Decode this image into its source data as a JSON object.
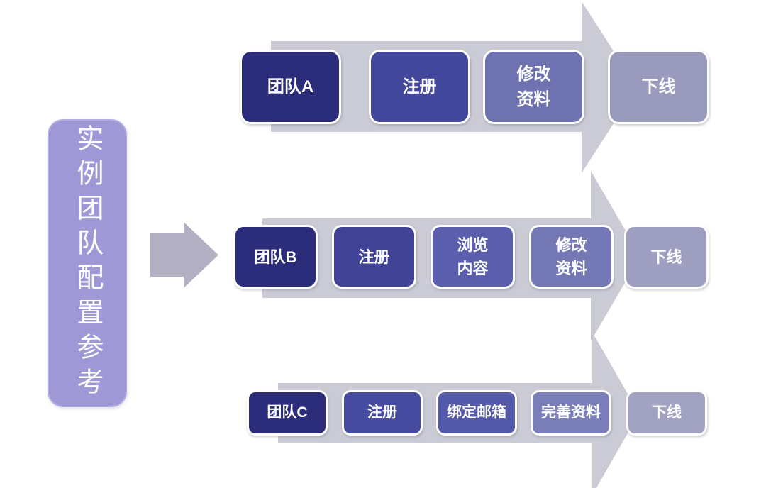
{
  "title": {
    "text": "实例团队配置参考"
  },
  "colors": {
    "panel_fill": "#9e98d7",
    "panel_border": "#b3aee1",
    "connector_arrow": "#b2b0c2",
    "flow_arrow": "#cbcbd6",
    "box_border": "#ffffff",
    "box_text": "#ffffff"
  },
  "rows": [
    {
      "name": "team-a-flow",
      "steps": [
        {
          "label": "团队A",
          "color": "#2b2d7a"
        },
        {
          "label": "注册",
          "color": "#44489c"
        },
        {
          "label": "修改\n资料",
          "color": "#6e72b1"
        },
        {
          "label": "下线",
          "color": "#9a9bbc"
        }
      ]
    },
    {
      "name": "team-b-flow",
      "steps": [
        {
          "label": "团队B",
          "color": "#2b2d7a"
        },
        {
          "label": "注册",
          "color": "#3f4295"
        },
        {
          "label": "浏览\n内容",
          "color": "#5a5ead"
        },
        {
          "label": "修改\n资料",
          "color": "#7478b5"
        },
        {
          "label": "下线",
          "color": "#9d9ec0"
        }
      ]
    },
    {
      "name": "team-c-flow",
      "steps": [
        {
          "label": "团队C",
          "color": "#2b2d7a"
        },
        {
          "label": "注册",
          "color": "#474ba0"
        },
        {
          "label": "绑定邮箱",
          "color": "#5559aa"
        },
        {
          "label": "完善资料",
          "color": "#7a7eb9"
        },
        {
          "label": "下线",
          "color": "#a2a3c2"
        }
      ]
    }
  ]
}
